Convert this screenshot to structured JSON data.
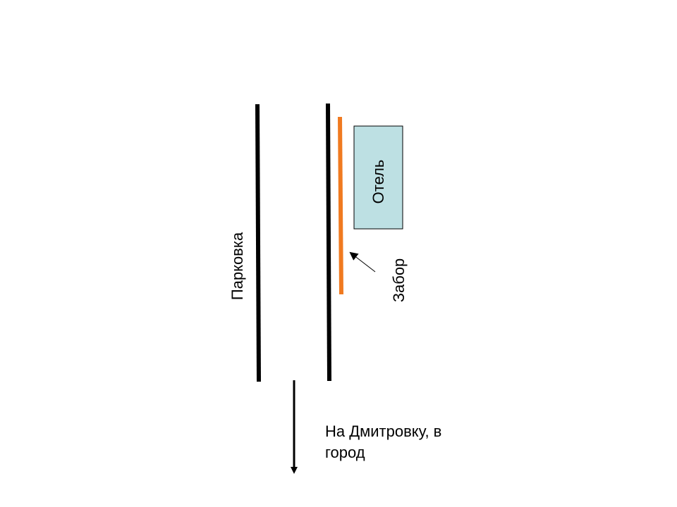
{
  "labels": {
    "parking": "Парковка",
    "hotel": "Отель",
    "fence": "Забор",
    "direction": "На Дмитровку, в город"
  },
  "colors": {
    "road_line": "#000000",
    "fence": "#f07a20",
    "hotel_fill": "#bde0e3",
    "hotel_stroke": "#000000",
    "arrow": "#000000"
  }
}
